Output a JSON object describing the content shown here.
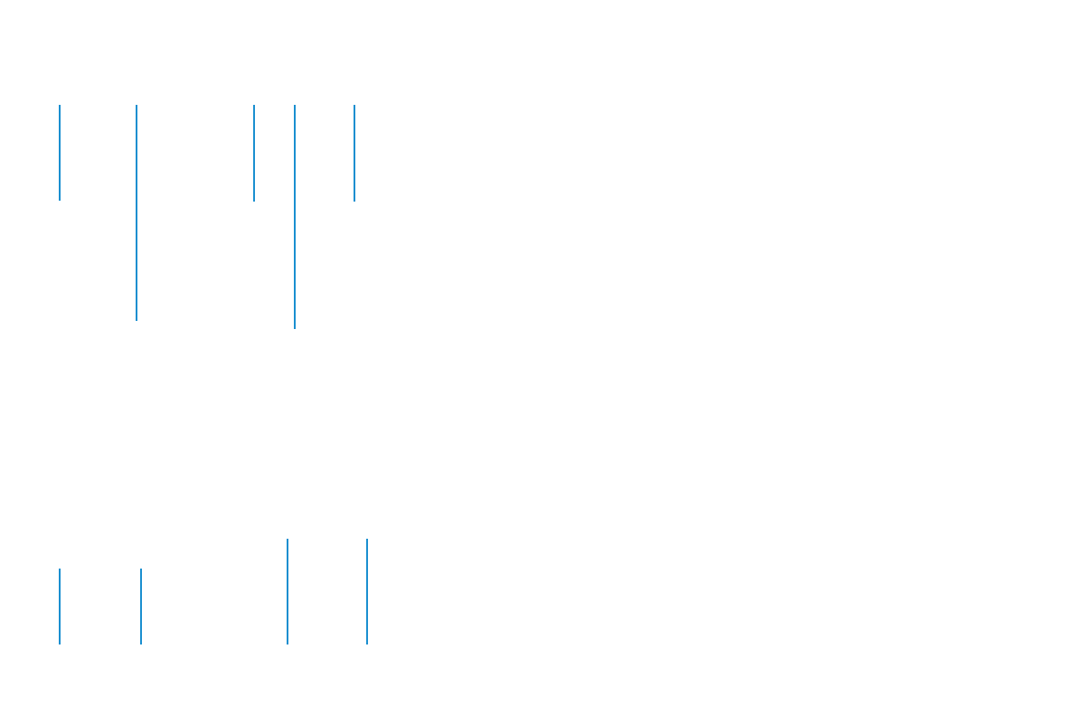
{
  "colors": {
    "background": "#ffffff",
    "line": "#1a8fd0"
  },
  "groups": [
    {
      "name": "upper-line-group",
      "line_count": 5
    },
    {
      "name": "lower-line-group",
      "line_count": 4
    }
  ]
}
